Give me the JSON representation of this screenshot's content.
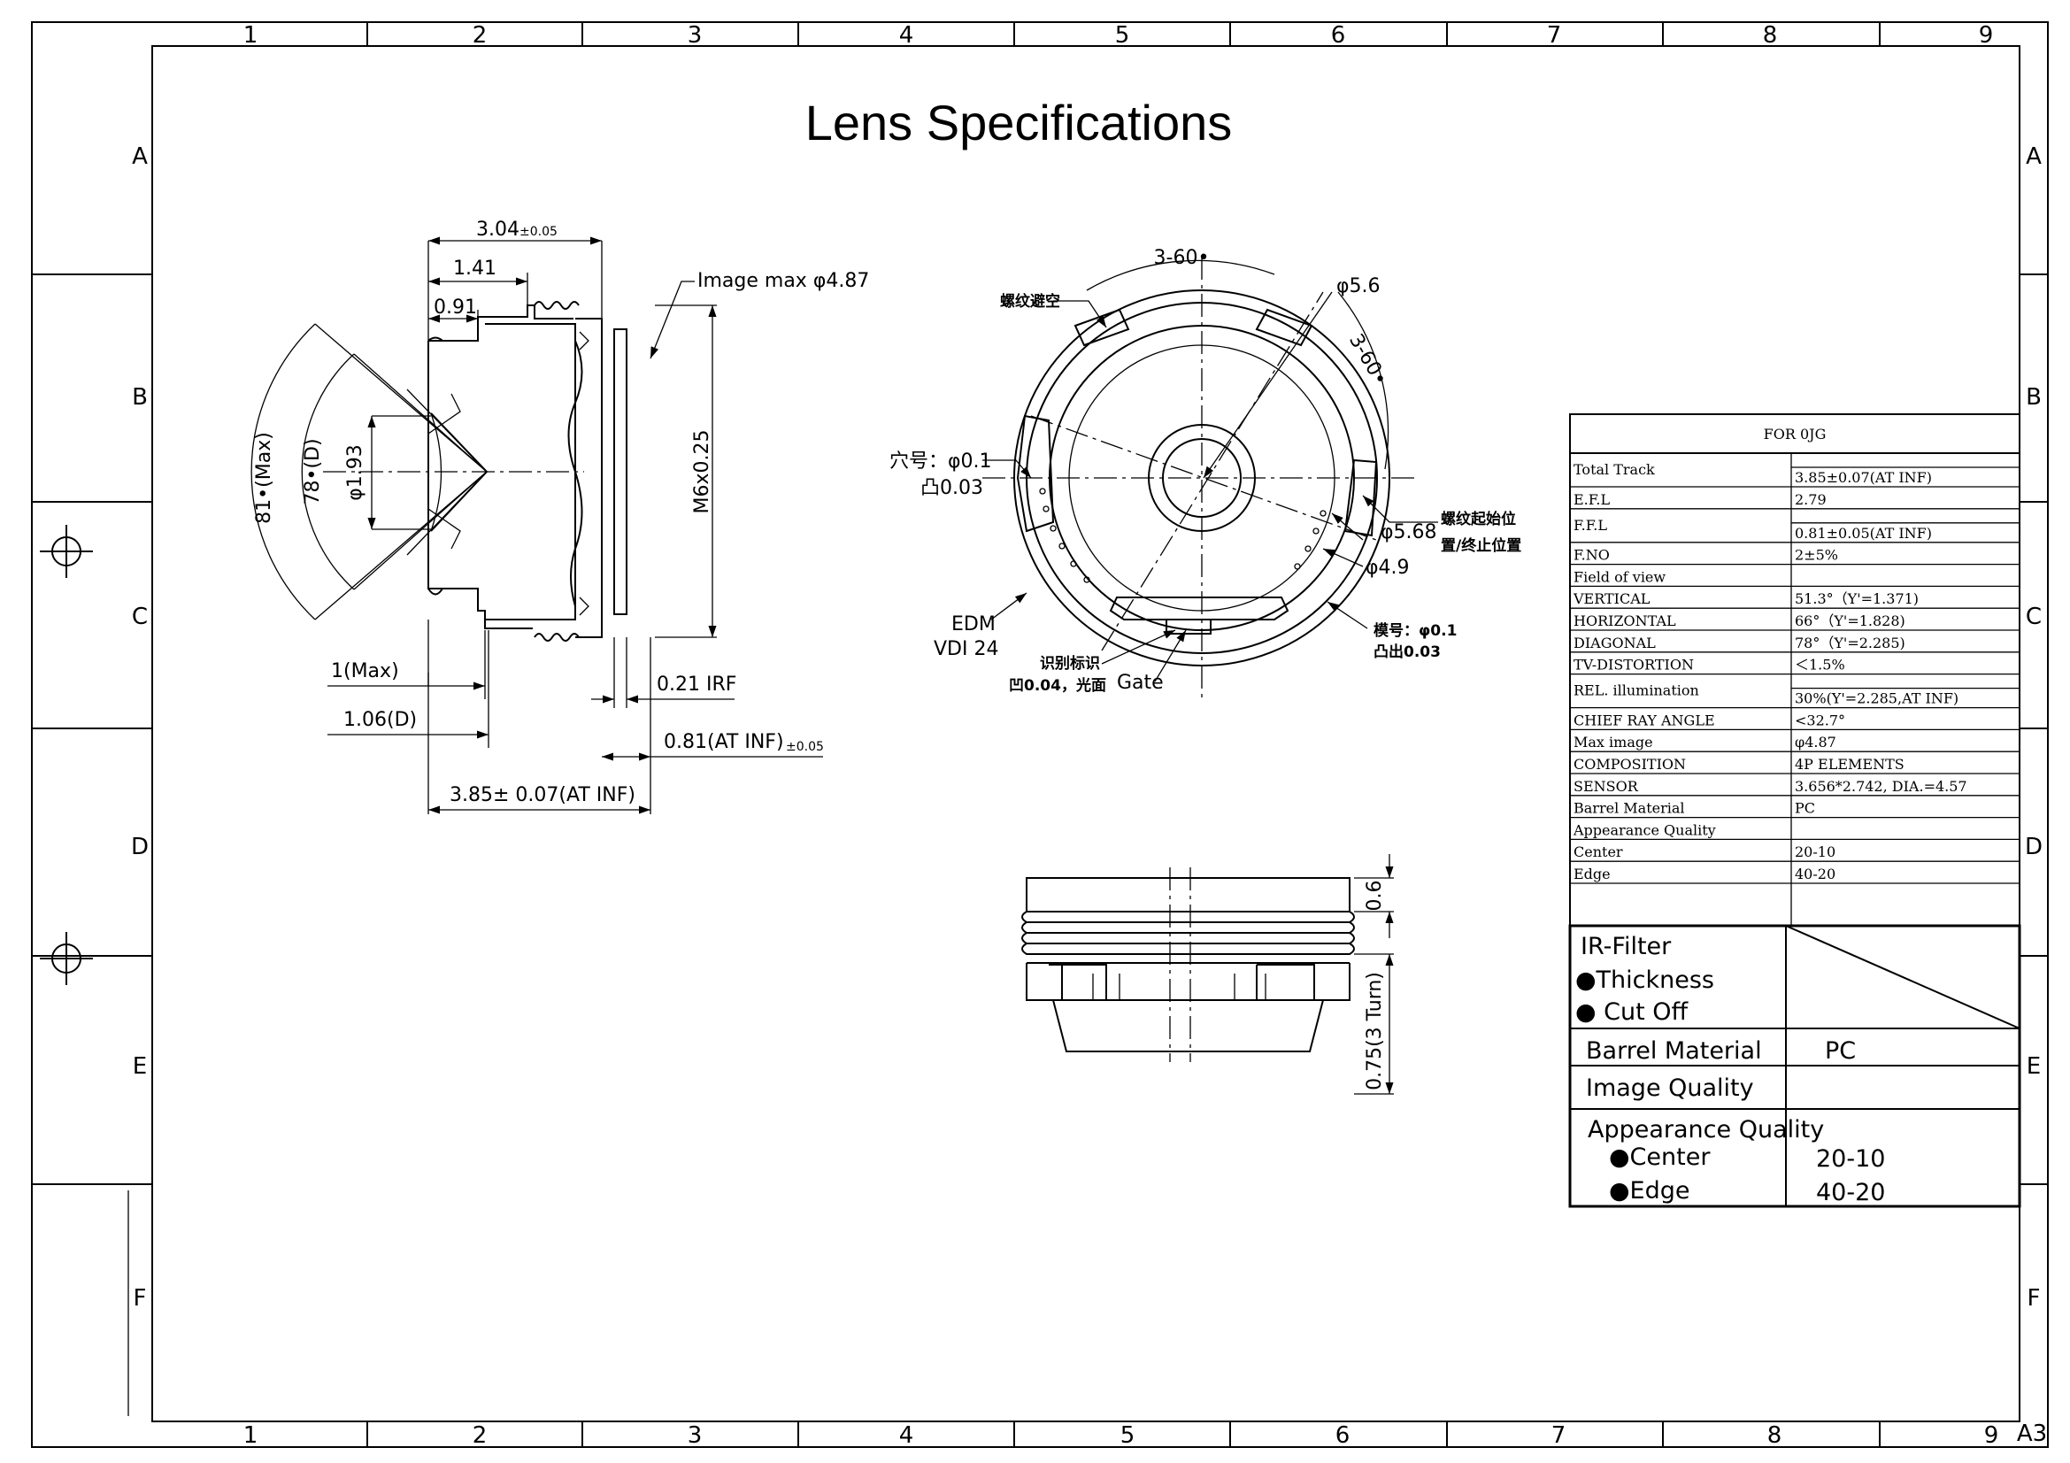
{
  "title": "Lens Specifications",
  "border": {
    "col_top": [
      "1",
      "2",
      "3",
      "4",
      "5",
      "6",
      "7",
      "8",
      "9"
    ],
    "col_bottom": [
      "1",
      "2",
      "3",
      "4",
      "5",
      "6",
      "7",
      "8",
      "9"
    ],
    "rows_left": [
      "A",
      "B",
      "C",
      "D",
      "E",
      "F"
    ],
    "rows_right": [
      "A",
      "B",
      "C",
      "D",
      "E",
      "F"
    ],
    "sheet_size": "A3"
  },
  "side_view": {
    "overall_top": "3.04",
    "overall_top_tol": "±0.05",
    "d141": "1.41",
    "d091": "0.91",
    "image_max": "Image max φ4.87",
    "angle_81": "81•(Max)",
    "angle_78": "78•(D)",
    "phi193": "φ1.93",
    "thread": "M6x0.25",
    "one_max": "1(Max)",
    "irf": "0.21 IRF",
    "d106": "1.06(D)",
    "ffl": "0.81(AT INF)",
    "ffl_tol": "±0.05",
    "ttl_label": "3.85± 0.07(AT INF)"
  },
  "front_view": {
    "arc_top": "3-60•",
    "arc_right": "3-60•",
    "phi56": "φ5.6",
    "thread_relief": "螺纹避空",
    "hole_a": "穴号：φ0.1",
    "hole_b": "凸0.03",
    "thread_pos_a": "螺纹起始位",
    "thread_pos_b": "置/终止位置",
    "phi568": "φ5.68",
    "phi49": "φ4.9",
    "mold_a": "模号：φ0.1",
    "mold_b": "凸出0.03",
    "edm_a": "EDM",
    "edm_b": "VDI 24",
    "ident_a": "识别标识",
    "ident_b": "凹0.04，光面",
    "gate": "Gate"
  },
  "bottom_view": {
    "d06": "0.6",
    "d075": "0.75(3 Turn)"
  },
  "spec_table": {
    "header": "FOR 0JG",
    "rows": [
      {
        "label": "Total Track",
        "value": "3.85±0.07(AT INF)"
      },
      {
        "label": "E.F.L",
        "value": "2.79"
      },
      {
        "label": "F.F.L",
        "value": "0.81±0.05(AT INF)"
      },
      {
        "label": "F.NO",
        "value": "2±5%"
      },
      {
        "label": "Field of view",
        "value": ""
      },
      {
        "label": "VERTICAL",
        "value": "51.3°（Y'=1.371)"
      },
      {
        "label": "HORIZONTAL",
        "value": "66°（Y'=1.828)"
      },
      {
        "label": "DIAGONAL",
        "value": "78°（Y'=2.285)"
      },
      {
        "label": "TV-DISTORTION",
        "value": "＜1.5%"
      },
      {
        "label": "REL. illumination",
        "value": "30%(Y'=2.285,AT INF)"
      },
      {
        "label": "CHIEF RAY ANGLE",
        "value": "<32.7°"
      },
      {
        "label": "Max image",
        "value": "φ4.87"
      },
      {
        "label": "COMPOSITION",
        "value": "4P ELEMENTS"
      },
      {
        "label": "SENSOR",
        "value": "3.656*2.742, DIA.=4.57"
      },
      {
        "label": "Barrel Material",
        "value": "PC"
      },
      {
        "label": "Appearance Quality",
        "value": ""
      },
      {
        "label": "Center",
        "value": "20-10"
      },
      {
        "label": "Edge",
        "value": "40-20"
      }
    ]
  },
  "material_table": {
    "ir_filter": "IR-Filter",
    "thickness": "●Thickness",
    "cut_off": "● Cut Off",
    "barrel_label": "Barrel Material",
    "barrel_value": "PC",
    "image_quality": "Image Quality",
    "appearance": "Appearance Quality",
    "center_label": "●Center",
    "center_value": "20-10",
    "edge_label": "●Edge",
    "edge_value": "40-20"
  }
}
